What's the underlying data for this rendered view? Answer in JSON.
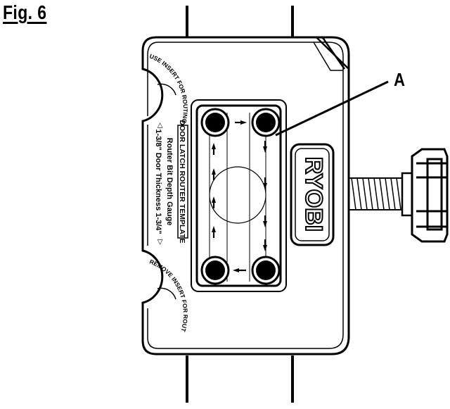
{
  "figure": {
    "label": "Fig. 6"
  },
  "callout": {
    "label": "A"
  },
  "template": {
    "brand": "RYOBI",
    "title": "DOOR LATCH ROUTER TEMPLATE",
    "gauge_line1": "Router Bit Depth Gauge",
    "gauge_line2": "1-3/8\" Door Thickness 1-3/4\"",
    "arc_text_top": "USE INSERT FOR ROUTING",
    "arc_text_bottom": "REMOVE INSERT FOR ROUTING"
  },
  "icons": [
    "routing-direction-arrow-icon",
    "guide-bushing-icon",
    "clamp-knob-icon"
  ]
}
